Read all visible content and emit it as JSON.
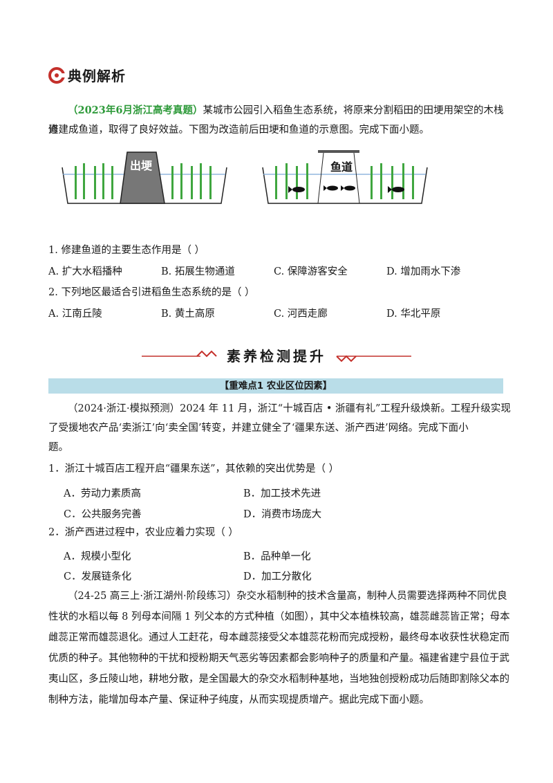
{
  "section": {
    "title": "典例解析"
  },
  "example": {
    "source": "（2023年6月浙江高考真题）",
    "line1": "某城市公园引入稻鱼生态系统，将原来分割稻田的田埂用架空的木栈道",
    "line2": "修建成鱼道，取得了良好效益。下图为改造前后田埂和鱼道的示意图。完成下面小题。"
  },
  "figure": {
    "left_label": "出埂",
    "right_label": "鱼道"
  },
  "q1": {
    "stem": "1. 修建鱼道的主要生态作用是（    ）",
    "options": [
      "A. 扩大水稻播种",
      "B. 拓展生物通道",
      "C. 保障游客安全",
      "D. 增加雨水下渗"
    ]
  },
  "q2": {
    "stem": "2. 下列地区最适合引进稻鱼生态系统的是（    ）",
    "options": [
      "A. 江南丘陵",
      "B. 黄土高原",
      "C. 河西走廊",
      "D. 华北平原"
    ]
  },
  "banner": {
    "title": "素养检测提升"
  },
  "topic_bar": "【重难点1  农业区位因素】",
  "passage1": {
    "l1": "（2024·浙江·模拟预测）2024 年 11 月，浙江“十城百店 • 浙疆有礼”工程升级焕新。工程升级实现",
    "l2": "了受援地农产品‘卖浙江’向‘卖全国’转变，并建立健全了‘疆果东送、浙产西进’网络。完成下面小",
    "l3": "题。"
  },
  "q3": {
    "stem": "1．浙江十城百店工程开启“疆果东送”，其依赖的突出优势是（    ）",
    "options": [
      "A．劳动力素质高",
      "B．加工技术先进",
      "C．公共服务完善",
      "D．消费市场庞大"
    ]
  },
  "q4": {
    "stem": "2．浙产西进过程中，农业应着力实现（    ）",
    "options": [
      "A．规模小型化",
      "B．品种单一化",
      "C．发展链条化",
      "D．加工分散化"
    ]
  },
  "passage2": {
    "l1": "（24-25 高三上·浙江湖州·阶段练习）杂交水稻制种的技术含量高，制种人员需要选择两种不同优良",
    "l2": "性状的水稻以每 8 列母本间隔 1 列父本的方式种植（如图），其中父本植株较高，雄蕊雌蕊皆正常；母本",
    "l3": "雌蕊正常而雄蕊退化。通过人工赶花，母本雌蕊接受父本雄蕊花粉而完成授粉，最终母本收获性状稳定而",
    "l4": "优质的种子。其他物种的干扰和授粉期天气恶劣等因素都会影响种子的质量和产量。福建省建宁县位于武",
    "l5": "夷山区，多丘陵山地，耕地分散，是全国最大的杂交水稻制种基地，当地独创授粉成功后随即割除父本的",
    "l6": "制种方法，能增加母本产量、保证种子纯度，从而实现提质增产。据此完成下面小题。"
  },
  "colors": {
    "accent_red": "#c4302b",
    "source_green": "#2e9a3a",
    "bar_blue": "#b9dde8"
  }
}
